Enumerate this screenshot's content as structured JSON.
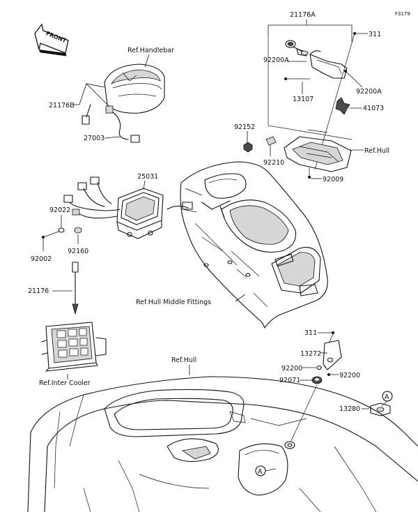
{
  "figure_code": "F3179",
  "front_label": "FRONT",
  "ref_labels": {
    "handlebar": "Ref.Handlebar",
    "hull_top": "Ref.Hull",
    "hull_middle": "Ref.Hull Middle Fittings",
    "inter_cooler": "Ref.Inter Cooler",
    "hull_bottom": "Ref.Hull"
  },
  "parts": {
    "p21176A": "21176A",
    "p311_top": "311",
    "p92200A_left": "92200A",
    "p92200A_right": "92200A",
    "p13107": "13107",
    "p41073": "41073",
    "p21176B": "21176B",
    "p27003": "27003",
    "p92152": "92152",
    "p92210": "92210",
    "p92009": "92009",
    "p25031": "25031",
    "p92022": "92022",
    "p92002": "92002",
    "p92160": "92160",
    "p21176": "21176",
    "p311_bottom": "311",
    "p13272": "13272",
    "p92200_left": "92200",
    "p92200_right": "92200",
    "p92071": "92071",
    "p13280": "13280"
  },
  "markers": {
    "a_right": "A",
    "a_hull": "A"
  }
}
